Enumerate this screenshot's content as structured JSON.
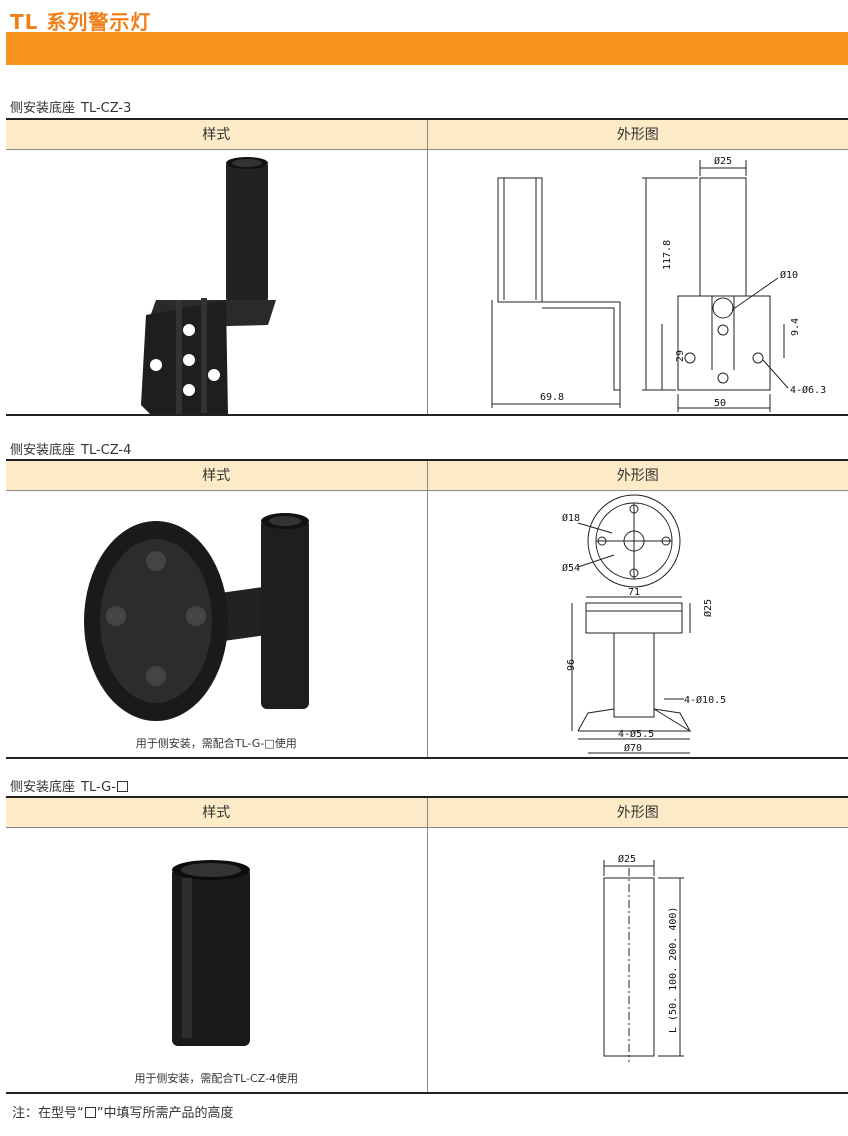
{
  "header": {
    "title": "TL 系列警示灯"
  },
  "table_headers": {
    "style": "样式",
    "outline": "外形图"
  },
  "sections": [
    {
      "label": "侧安装底座",
      "model": "TL-CZ-3",
      "caption": "",
      "dims": {
        "pipe_dia": "Ø25",
        "height": "117.8",
        "width": "69.8",
        "hole_dia": "Ø10",
        "h29": "29",
        "h94": "9.4",
        "holes": "4-Ø6.3",
        "w50": "50"
      }
    },
    {
      "label": "侧安装底座",
      "model": "TL-CZ-4",
      "caption": "用于侧安装，需配合TL-G-□使用",
      "dims": {
        "d18": "Ø18",
        "d54": "Ø54",
        "w71": "71",
        "d25": "Ø25",
        "h96": "96",
        "holes105": "4-Ø10.5",
        "holes55": "4-Ø5.5",
        "d70": "Ø70"
      }
    },
    {
      "label": "侧安装底座",
      "model": "TL-G-",
      "caption": "用于侧安装，需配合TL-CZ-4使用",
      "dims": {
        "d25": "Ø25",
        "length": "L (50. 100. 200. 400)"
      }
    }
  ],
  "note": {
    "prefix": "注：在型号“",
    "suffix": "”中填写所需产品的高度"
  }
}
